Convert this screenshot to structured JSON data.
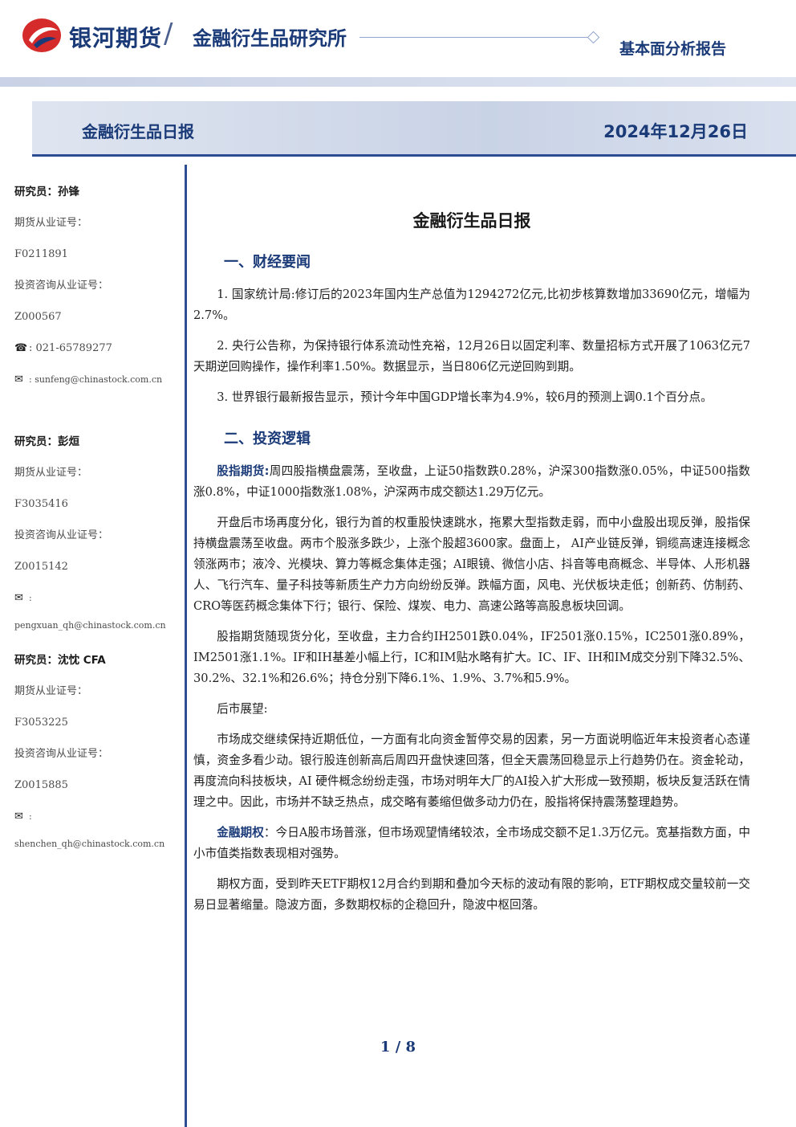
{
  "header": {
    "brand": "银河期货",
    "institute": "金融衍生品研究所",
    "report_type": "基本面分析报告",
    "banner_title": "金融衍生品日报",
    "banner_date": "2024年12月26日",
    "colors": {
      "brand_blue": "#1a3a78",
      "logo_red": "#d62b2b"
    }
  },
  "sidebar": {
    "analysts": [
      {
        "name": "研究员：孙锋",
        "futures_label": "期货从业证号：",
        "futures_id": "F0211891",
        "consult_label": "投资咨询从业证号：",
        "consult_id": "Z000567",
        "phone": "021-65789277",
        "email": "sunfeng@chinastock.com.cn"
      },
      {
        "name": "研究员：彭烜",
        "futures_label": "期货从业证号：",
        "futures_id": "F3035416",
        "consult_label": "投资咨询从业证号：",
        "consult_id": "Z0015142",
        "email": "pengxuan_qh@chinastock.com.cn"
      },
      {
        "name": "研究员：沈忱  CFA",
        "futures_label": "期货从业证号：",
        "futures_id": "F3053225",
        "consult_label": "投资咨询从业证号：",
        "consult_id": "Z0015885",
        "email": "shenchen_qh@chinastock.com.cn"
      }
    ]
  },
  "main": {
    "title": "金融衍生品日报",
    "section1": "一、财经要闻",
    "news": [
      "1. 国家统计局:修订后的2023年国内生产总值为1294272亿元,比初步核算数增加33690亿元，增幅为2.7%。",
      "2. 央行公告称，为保持银行体系流动性充裕，12月26日以固定利率、数量招标方式开展了1063亿元7天期逆回购操作，操作利率1.50%。数据显示，当日806亿元逆回购到期。",
      "3. 世界银行最新报告显示，预计今年中国GDP增长率为4.9%，较6月的预测上调0.1个百分点。"
    ],
    "section2": "二、投资逻辑",
    "stock_kw": "股指期货:",
    "stock_p1": "周四股指横盘震荡，至收盘，上证50指数跌0.28%，沪深300指数涨0.05%，中证500指数涨0.8%，中证1000指数涨1.08%，沪深两市成交额达1.29万亿元。",
    "stock_p2": "开盘后市场再度分化，银行为首的权重股快速跳水，拖累大型指数走弱，而中小盘股出现反弹，股指保持横盘震荡至收盘。两市个股涨多跌少，上涨个股超3600家。盘面上， AI产业链反弹，铜缆高速连接概念领涨两市；液冷、光模块、算力等概念集体走强；AI眼镜、微信小店、抖音等电商概念、半导体、人形机器人、飞行汽车、量子科技等新质生产力方向纷纷反弹。跌幅方面，风电、光伏板块走低；创新药、仿制药、CRO等医药概念集体下行；银行、保险、煤炭、电力、高速公路等高股息板块回调。",
    "stock_p3": "股指期货随现货分化，至收盘，主力合约IH2501跌0.04%，IF2501涨0.15%，IC2501涨0.89%，IM2501涨1.1%。IF和IH基差小幅上行，IC和IM贴水略有扩大。IC、IF、IH和IM成交分别下降32.5%、30.2%、32.1%和26.6%；持仓分别下降6.1%、1.9%、3.7%和5.9%。",
    "outlook_label": "后市展望:",
    "outlook": "市场成交继续保持近期低位，一方面有北向资金暂停交易的因素，另一方面说明临近年末投资者心态谨慎，资金多看少动。银行股连创新高后周四开盘快速回落，但全天震荡回稳显示上行趋势仍在。资金轮动，再度流向科技板块，AI 硬件概念纷纷走强，市场对明年大厂的AI投入扩大形成一致预期，板块反复活跃在情理之中。因此，市场并不缺乏热点，成交略有萎缩但做多动力仍在，股指将保持震荡整理趋势。",
    "option_kw": "金融期权",
    "option_p1": "：今日A股市场普涨，但市场观望情绪较浓，全市场成交额不足1.3万亿元。宽基指数方面，中小市值类指数表现相对强势。",
    "option_p2": "期权方面，受到昨天ETF期权12月合约到期和叠加今天标的波动有限的影响，ETF期权成交量较前一交易日显著缩量。隐波方面，多数期权标的企稳回升，隐波中枢回落。"
  },
  "footer": {
    "page": "1 / 8"
  }
}
